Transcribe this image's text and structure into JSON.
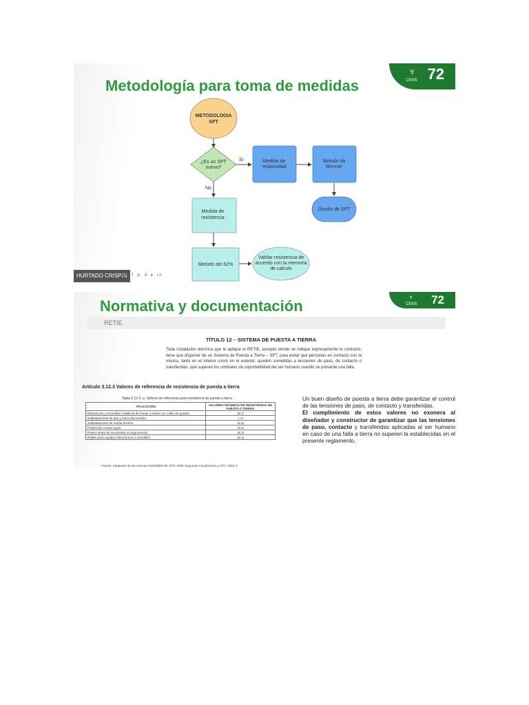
{
  "slide1": {
    "title": "Metodología para toma de medidas",
    "logo": {
      "number": "72",
      "brand": "CENS"
    },
    "flowchart": {
      "start": [
        "METODOLOGIA",
        "SPT"
      ],
      "decision": [
        "¿Es un SPT",
        "nuevo?"
      ],
      "yes_label": "Si",
      "no_label": "No",
      "resistivity": [
        "Medida de",
        "resistividad"
      ],
      "wenner": [
        "Metodo de",
        "Wenner"
      ],
      "spt_design": [
        "Diseño de SPT"
      ],
      "resistance": [
        "Medida de",
        "resistencia"
      ],
      "method62": [
        "Metodo del 62%"
      ],
      "validate": [
        "Validar resistencia de",
        "acuerdo con la memoria",
        "de calculo"
      ]
    },
    "presenter": "HURTADO CRISPIN",
    "social": "oo f ◎ X ▸ in"
  },
  "slide2": {
    "title": "Normativa y documentación",
    "logo": {
      "number": "72",
      "brand": "CENS"
    },
    "subtitle": "RETIE",
    "doc_title": "TÍTULO 12 – SISTEMA DE PUESTA A TIERRA",
    "doc_paragraph": "Toda instalación eléctrica que le aplique el RETIE, excepto donde se indique expresamente lo contrario, tiene que disponer de un Sistema de Puesta a Tierra – SPT, para evitar que personas en contacto con la misma, tanto en el interior como en el exterior, queden sometidas a tensiones de paso, de contacto o transferidas, que superen los umbrales de soportabilidad del ser humano cuando se presente una falla.",
    "article": "Artículo 3.12.3 Valores de referencia de resistencia de puesta a tierra",
    "table_caption": "Tabla 5.12.3. a. Valores de referencia para resistencia de puesta a tierra",
    "table": {
      "headers": [
        "APLICACIÓN",
        "VALORES MÁXIMOS DE RESISTENCIA DE PUESTA A TIERRA"
      ],
      "rows": [
        [
          "Estructuras y torrecillas metálicas de líneas o redes con cable de guarda",
          "20 Ω"
        ],
        [
          "Subestaciones de alta y extra alta tensión",
          "1 Ω"
        ],
        [
          "Subestaciones de media tensión",
          "10 Ω"
        ],
        [
          "Protección contra rayos",
          "10 Ω"
        ],
        [
          "Punto neutro de acometida en baja tensión",
          "25 Ω"
        ],
        [
          "Redes para equipos electrónicos o sensibles",
          "10 Ω"
        ]
      ]
    },
    "table_source": "Fuente: Adaptado de las normas ANSI/IEEE 80, NTC 2050 Segunda Actualización y NTC 4552-3",
    "right_text_1": "Un buen diseño de puesta a tierra debe garantizar el control de las tensiones de paso, de contacto y transferidas.",
    "right_text_bold_1": "El cumplimiento de estos valores no exonera al diseñador y constructor de garantizar que las tensiones de paso, contacto",
    "right_text_2": "y transferidas aplicadas al ser humano en caso de una falla a tierra no superen la establecidas en el presente reglamento."
  }
}
